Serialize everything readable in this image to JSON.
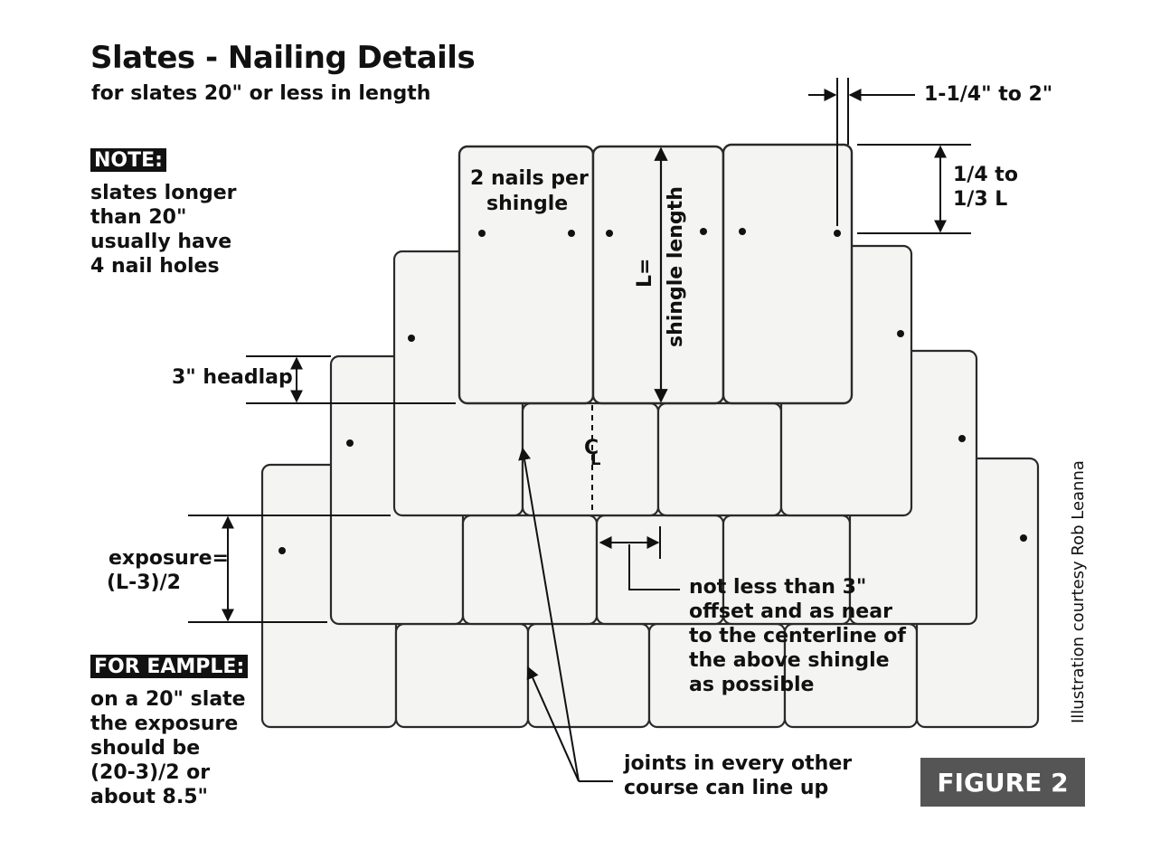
{
  "title": "Slates - Nailing Details",
  "subtitle": "for slates 20\" or less in length",
  "note": {
    "tag": "NOTE:",
    "text": "slates longer\nthan 20\"\nusually have\n4 nail holes"
  },
  "example": {
    "tag": "FOR EAMPLE:",
    "text": "on a 20\" slate\nthe exposure\nshould be\n(20-3)/2 or\nabout 8.5\""
  },
  "labels": {
    "nail_gap": "1-1/4\" to 2\"",
    "nail_height_line1": "1/4 to",
    "nail_height_line2": "1/3 L",
    "two_nails_line1": "2 nails per",
    "two_nails_line2": "shingle",
    "length_line1": "L=",
    "length_line2": "shingle length",
    "headlap": "3\" headlap",
    "exposure_line1": "exposure=",
    "exposure_line2": "(L-3)/2",
    "offset": "not less than 3\"\noffset and as near\nto the centerline of\nthe above shingle\nas possible",
    "joints": "joints in every other\ncourse can line up",
    "centerline_c": "C",
    "centerline_l": "L"
  },
  "figure_label": "FIGURE 2",
  "credit": "Illustration courtesy Rob Leanna",
  "colors": {
    "slate_fill": "#f4f4f2",
    "slate_stroke": "#2a2a2a",
    "badge": "#555555"
  }
}
